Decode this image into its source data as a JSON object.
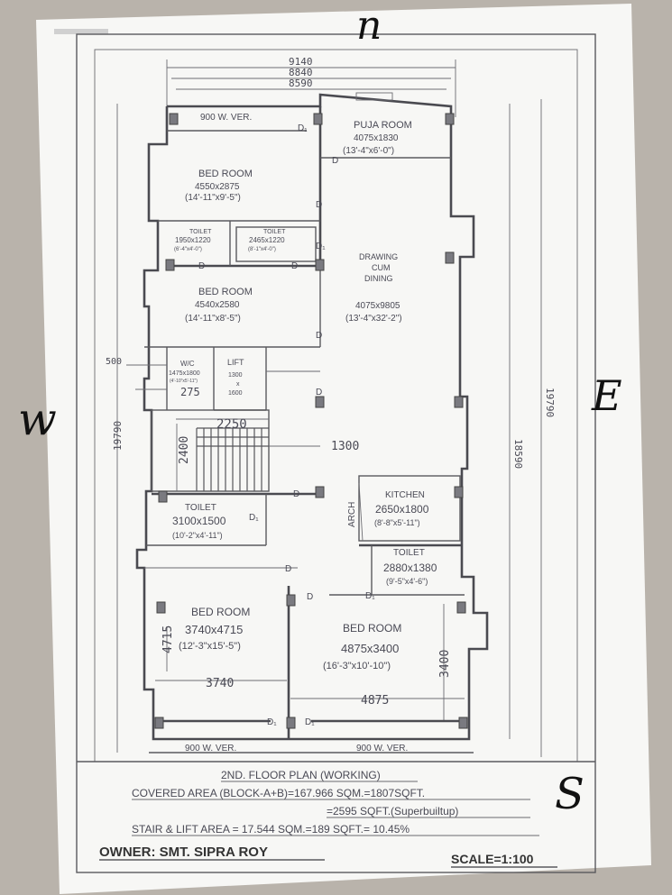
{
  "compass": {
    "north": "n",
    "west": "w",
    "east": "E",
    "south": "S"
  },
  "dimensions": {
    "top": [
      "9140",
      "8840",
      "8590"
    ],
    "left_500": "500",
    "left_19790": "19790",
    "right_18590": "18590",
    "right_19790": "19790",
    "stair_2250": "2250",
    "stair_2400": "2400",
    "stair_1300": "1300",
    "wc_275": "275",
    "bed_left_4715": "4715",
    "bed_left_3740": "3740",
    "bed_right_4875": "4875",
    "bed_right_3400": "3400"
  },
  "rooms": {
    "veranda_top": "900 W. VER.",
    "puja_name": "PUJA ROOM",
    "puja_size": "4075x1830",
    "puja_imp": "(13'-4\"x6'-0\")",
    "bed1_name": "BED ROOM",
    "bed1_size": "4550x2875",
    "bed1_imp": "(14'-11\"x9'-5\")",
    "toilet1_name": "TOILET",
    "toilet1_size": "1950x1220",
    "toilet1_imp": "(6'-4\"x4'-0\")",
    "toilet2_name": "TOILET",
    "toilet2_size": "2465x1220",
    "toilet2_imp": "(8'-1\"x4'-0\")",
    "drawing_l1": "DRAWING",
    "drawing_l2": "CUM",
    "drawing_l3": "DINING",
    "drawing_size": "4075x9805",
    "drawing_imp": "(13'-4\"x32'-2\")",
    "bed2_name": "BED ROOM",
    "bed2_size": "4540x2580",
    "bed2_imp": "(14'-11\"x8'-5\")",
    "wc_name": "W/C",
    "wc_size": "1475x1800",
    "wc_imp": "(4'-10\"x5'-11\")",
    "lift_name": "LIFT",
    "lift_w": "1300",
    "lift_x": "x",
    "lift_h": "1600",
    "toilet3_name": "TOILET",
    "toilet3_size": "3100x1500",
    "toilet3_imp": "(10'-2\"x4'-11\")",
    "arch": "ARCH",
    "kitchen_name": "KITCHEN",
    "kitchen_size": "2650x1800",
    "kitchen_imp": "(8'-8\"x5'-11\")",
    "toilet4_name": "TOILET",
    "toilet4_size": "2880x1380",
    "toilet4_imp": "(9'-5\"x4'-6\")",
    "bed3_name": "BED ROOM",
    "bed3_size": "3740x4715",
    "bed3_imp": "(12'-3\"x15'-5\")",
    "bed4_name": "BED ROOM",
    "bed4_size": "4875x3400",
    "bed4_imp": "(16'-3\"x10'-10\")",
    "veranda_bl": "900 W. VER.",
    "veranda_br": "900 W. VER."
  },
  "doors": {
    "d": "D",
    "d1": "D₁"
  },
  "title_block": {
    "title": "2ND. FLOOR PLAN (WORKING)",
    "covered": "COVERED AREA (BLOCK-A+B)=167.966 SQM.=1807SQFT.",
    "superbuilt": "=2595 SQFT.(Superbuiltup)",
    "stair_lift": "STAIR & LIFT AREA = 17.544 SQM.=189 SQFT.= 10.45%",
    "owner": "OWNER: SMT. SIPRA ROY",
    "scale": "SCALE=1:100"
  }
}
